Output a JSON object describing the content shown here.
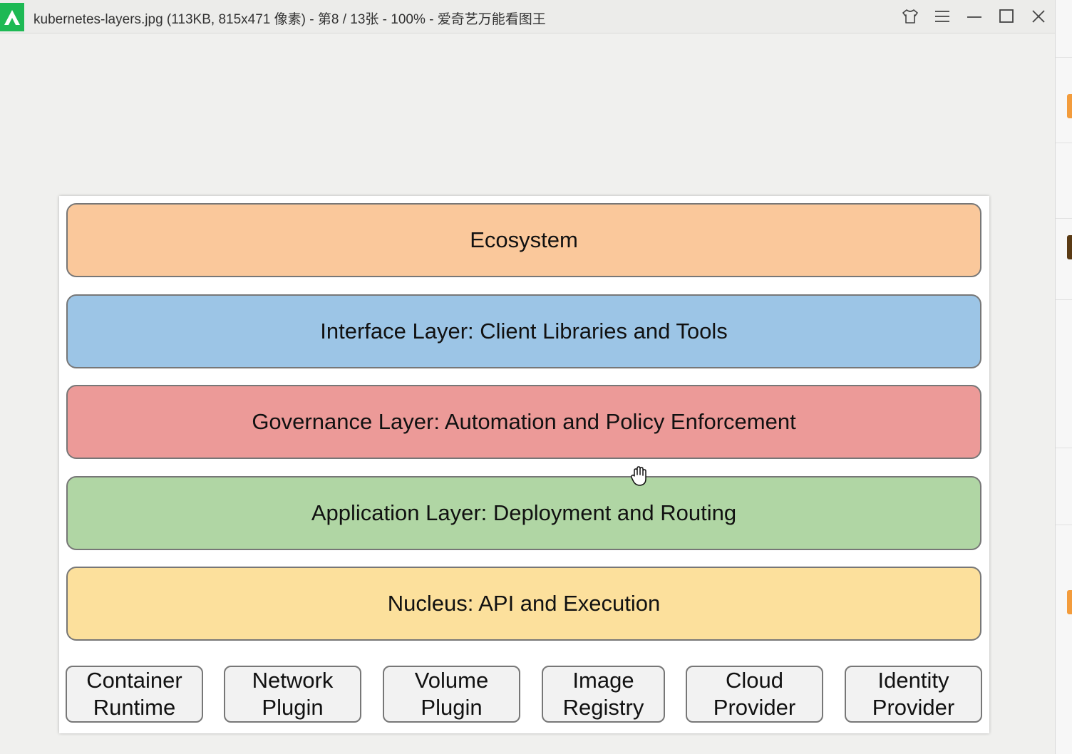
{
  "window": {
    "title": "kubernetes-layers.jpg (113KB, 815x471 像素) - 第8 / 13张 - 100% - 爱奇艺万能看图王",
    "icons": [
      "app-logo-icon",
      "skin-shirt-icon",
      "menu-icon",
      "minimize-icon",
      "maximize-icon",
      "close-icon"
    ]
  },
  "diagram": {
    "layers": [
      {
        "label": "Ecosystem",
        "color": "#fac89b"
      },
      {
        "label": "Interface Layer: Client Libraries and Tools",
        "color": "#9cc5e6"
      },
      {
        "label": "Governance Layer: Automation and Policy Enforcement",
        "color": "#ec9a98"
      },
      {
        "label": "Application Layer: Deployment and Routing",
        "color": "#b0d6a4"
      },
      {
        "label": "Nucleus: API and Execution",
        "color": "#fce09c"
      }
    ],
    "components": [
      {
        "line1": "Container",
        "line2": "Runtime"
      },
      {
        "line1": "Network",
        "line2": "Plugin"
      },
      {
        "line1": "Volume",
        "line2": "Plugin"
      },
      {
        "line1": "Image",
        "line2": "Registry"
      },
      {
        "line1": "Cloud",
        "line2": "Provider"
      },
      {
        "line1": "Identity",
        "line2": "Provider"
      }
    ]
  },
  "accent_colors": {
    "app_green": "#1db954",
    "strip_orange": "#f39c3c",
    "strip_brown": "#5a3a14"
  }
}
